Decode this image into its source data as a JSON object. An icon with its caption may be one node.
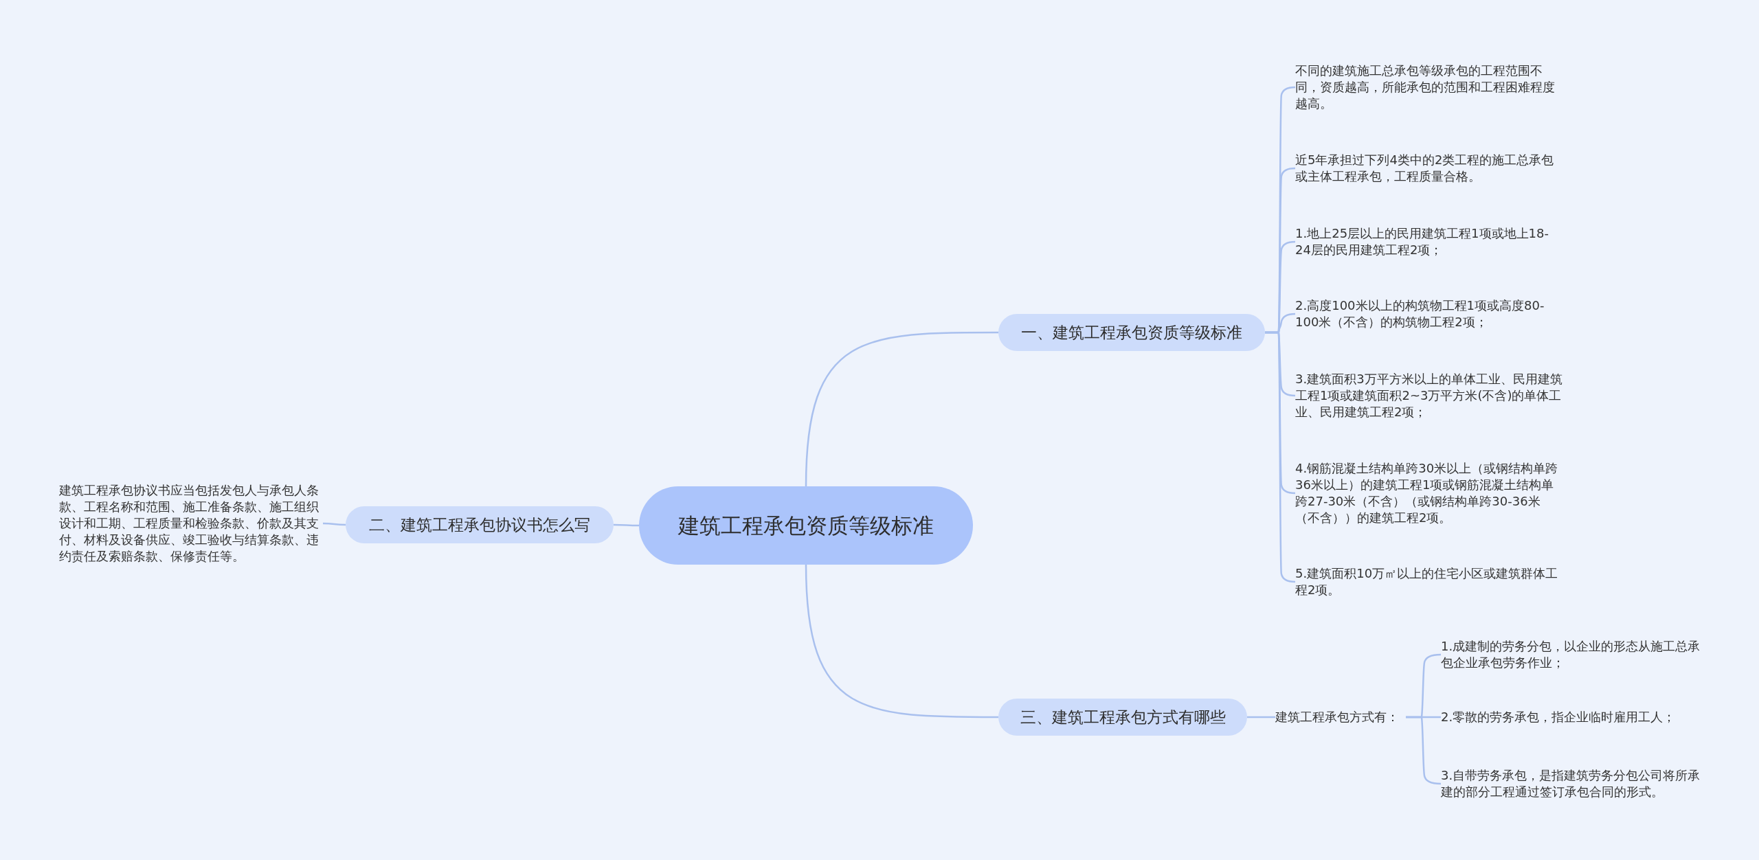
{
  "diagram": {
    "nodes": [
      {
        "text": [
          "建筑工程承包资质等级标准"
        ]
      },
      {
        "text": [
          "一、建筑工程承包资质等级标准"
        ]
      },
      {
        "text": [
          "不同的建筑施工总承包等级承包的工程范围不同，资质越高，所能承包的范围和工程困难程度越高。"
        ]
      },
      {
        "text": [
          "近5年承担过下列4类中的2类工程的施工总承包或主体工程承包，工程质量合格。"
        ]
      },
      {
        "text": [
          "1.地上25层以上的民用建筑工程1项或地上18-24层的民用建筑工程2项；"
        ]
      },
      {
        "text": [
          "2.高度100米以上的构筑物工程1项或高度80-100米（不含）的构筑物工程2项；"
        ]
      },
      {
        "text": [
          "3.建筑面积3万平方米以上的单体工业、民用建筑工程1项或建筑面积2~3万平方米(不含)的单体工业、民用建筑工程2项；"
        ]
      },
      {
        "text": [
          "4.钢筋混凝土结构单跨30米以上（或钢结构单跨36米以上）的建筑工程1项或钢筋混凝土结构单跨27-30米（不含）（或钢结构单跨30-36米（不含））的建筑工程2项。"
        ]
      },
      {
        "text": [
          "5.建筑面积10万㎡以上的住宅小区或建筑群体工程2项。"
        ]
      },
      {
        "text": [
          "二、建筑工程承包协议书怎么写"
        ]
      },
      {
        "text": [
          "建筑工程承包协议书应当包括发包人与承包人条款、工程名称和范围、施工准备条款、施工组织设计和工期、工程质量和检验条款、价款及其支付、材料及设备供应、竣工验收与结算条款、违约责任及索赔条款、保修责任等。"
        ]
      },
      {
        "text": [
          "三、建筑工程承包方式有哪些"
        ]
      },
      {
        "text": [
          "建筑工程承包方式有："
        ]
      },
      {
        "text": [
          "1.成建制的劳务分包，以企业的形态从施工总承包企业承包劳务作业；"
        ]
      },
      {
        "text": [
          "2.零散的劳务承包，指企业临时雇用工人；"
        ]
      },
      {
        "text": [
          "3.自带劳务承包，是指建筑劳务分包公司将所承建的部分工程通过签订承包合同的形式。"
        ]
      }
    ],
    "edges": [
      {
        "from": 0,
        "to": 1,
        "arrow": "none"
      },
      {
        "from": 1,
        "to": 2,
        "arrow": "none"
      },
      {
        "from": 1,
        "to": 3,
        "arrow": "none"
      },
      {
        "from": 1,
        "to": 4,
        "arrow": "none"
      },
      {
        "from": 1,
        "to": 5,
        "arrow": "none"
      },
      {
        "from": 1,
        "to": 6,
        "arrow": "none"
      },
      {
        "from": 1,
        "to": 7,
        "arrow": "none"
      },
      {
        "from": 1,
        "to": 8,
        "arrow": "none"
      },
      {
        "from": 0,
        "to": 9,
        "arrow": "none"
      },
      {
        "from": 9,
        "to": 10,
        "arrow": "none"
      },
      {
        "from": 0,
        "to": 11,
        "arrow": "none"
      },
      {
        "from": 11,
        "to": 12,
        "arrow": "none"
      },
      {
        "from": 12,
        "to": 13,
        "arrow": "none"
      },
      {
        "from": 12,
        "to": 14,
        "arrow": "none"
      },
      {
        "from": 12,
        "to": 15,
        "arrow": "none"
      }
    ]
  }
}
